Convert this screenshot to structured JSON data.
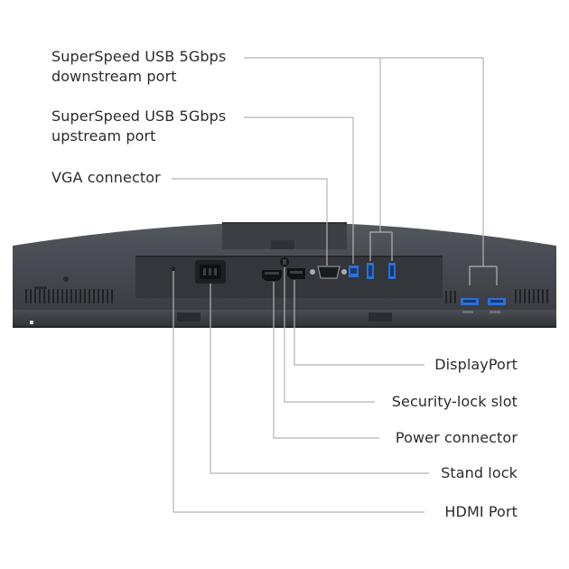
{
  "labels": {
    "usb_downstream_line1": "SuperSpeed USB 5Gbps",
    "usb_downstream_line2": "downstream port",
    "usb_upstream_line1": "SuperSpeed USB 5Gbps",
    "usb_upstream_line2": "upstream port",
    "vga": "VGA connector",
    "displayport": "DisplayPort",
    "security_lock": "Security-lock slot",
    "power": "Power connector",
    "stand_lock": "Stand lock",
    "hdmi": "HDMI Port"
  },
  "colors": {
    "leader_line": "#b3b3b3",
    "monitor_body": "#43474d",
    "monitor_dark": "#2e3136",
    "usb_blue": "#2d6fd6"
  }
}
